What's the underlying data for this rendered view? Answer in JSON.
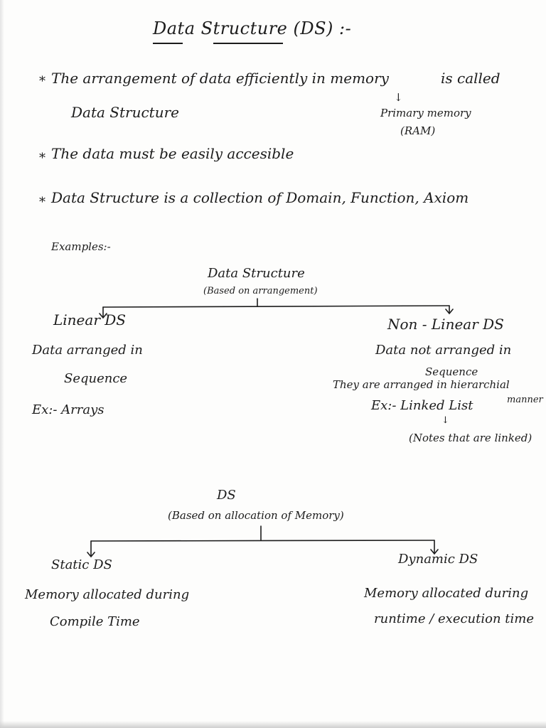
{
  "title": "Data Structure (DS) :-",
  "bullets": [
    {
      "marker": "*",
      "text": "The arrangement of data efficiently in memory",
      "tail": "is called",
      "continuation": "Data Structure"
    },
    {
      "marker": "*",
      "text": "The data must be easily accesible"
    },
    {
      "marker": "*",
      "text": "Data Structure is a collection of Domain, Function, Axiom"
    }
  ],
  "memory_note": {
    "arrow": "↓",
    "line1": "Primary memory",
    "line2": "(RAM)"
  },
  "examples_label": "Examples:-",
  "tree1": {
    "root": "Data Structure",
    "basis": "(Based on arrangement)",
    "left": {
      "name": "Linear DS",
      "desc_line1": "Data arranged in",
      "desc_line2": "Sequence",
      "example": "Ex:- Arrays"
    },
    "right": {
      "name": "Non - Linear DS",
      "desc_line1": "Data not arranged in",
      "desc_line2": "Sequence",
      "desc_line3": "They are arranged in hierarchial",
      "desc_line3_tail": "manner",
      "example": "Ex:- Linked List",
      "example_arrow": "↓",
      "example_note": "(Notes that are linked)"
    }
  },
  "tree2": {
    "root": "DS",
    "basis": "(Based on allocation of Memory)",
    "left": {
      "name": "Static DS",
      "desc_line1": "Memory allocated during",
      "desc_line2": "Compile Time"
    },
    "right": {
      "name": "Dynamic DS",
      "desc_line1": "Memory allocated during",
      "desc_line2": "runtime / execution time"
    }
  }
}
